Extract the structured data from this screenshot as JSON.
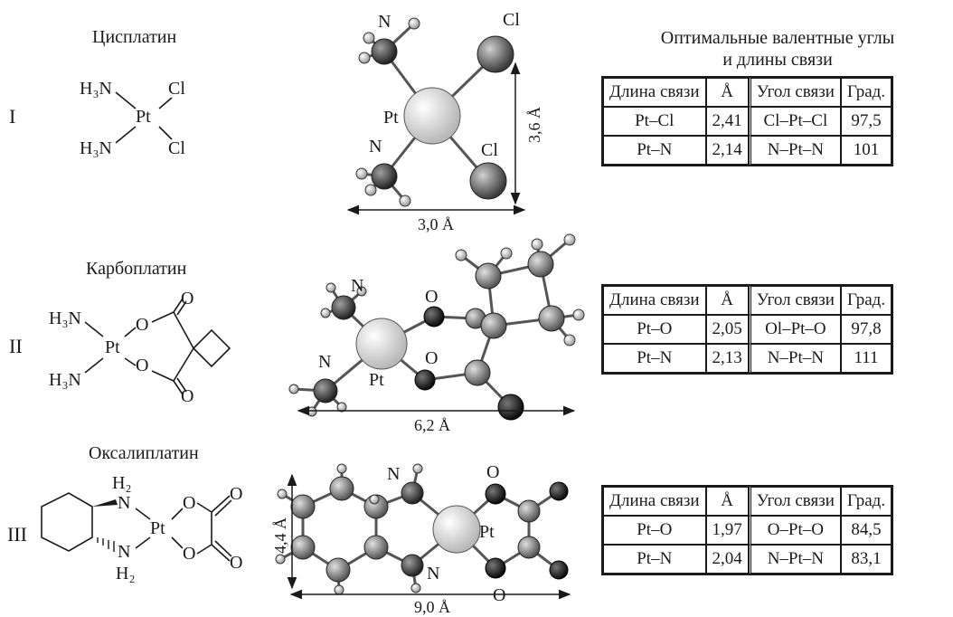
{
  "compounds": [
    {
      "roman": "I",
      "name": "Цисплатин"
    },
    {
      "roman": "II",
      "name": "Карбоплатин"
    },
    {
      "roman": "III",
      "name": "Оксалиплатин"
    }
  ],
  "caption": {
    "line1": "Оптимальные валентные углы",
    "line2": "и длины связи"
  },
  "table_headers": {
    "bond": "Длина связи",
    "unit": "Å",
    "angle": "Угол связи",
    "deg": "Град."
  },
  "tables": [
    {
      "rows": [
        {
          "bond": "Pt–Cl",
          "len": "2,41",
          "angle": "Cl–Pt–Cl",
          "deg": "97,5"
        },
        {
          "bond": "Pt–N",
          "len": "2,14",
          "angle": "N–Pt–N",
          "deg": "101"
        }
      ]
    },
    {
      "rows": [
        {
          "bond": "Pt–O",
          "len": "2,05",
          "angle": "Ol–Pt–O",
          "deg": "97,8"
        },
        {
          "bond": "Pt–N",
          "len": "2,13",
          "angle": "N–Pt–N",
          "deg": "111"
        }
      ]
    },
    {
      "rows": [
        {
          "bond": "Pt–O",
          "len": "1,97",
          "angle": "O–Pt–O",
          "deg": "84,5"
        },
        {
          "bond": "Pt–N",
          "len": "2,04",
          "angle": "N–Pt–N",
          "deg": "83,1"
        }
      ]
    }
  ],
  "dimensions": {
    "m1_width": "3,0 Å",
    "m1_height": "3,6 Å",
    "m2_width": "6,2 Å",
    "m3_width": "9,0 Å",
    "m3_height": "4,4 Å"
  },
  "atoms": {
    "pt": "Pt",
    "n": "N",
    "cl": "Cl",
    "o": "O",
    "h3n": "H₃N",
    "h2": "H₂"
  }
}
